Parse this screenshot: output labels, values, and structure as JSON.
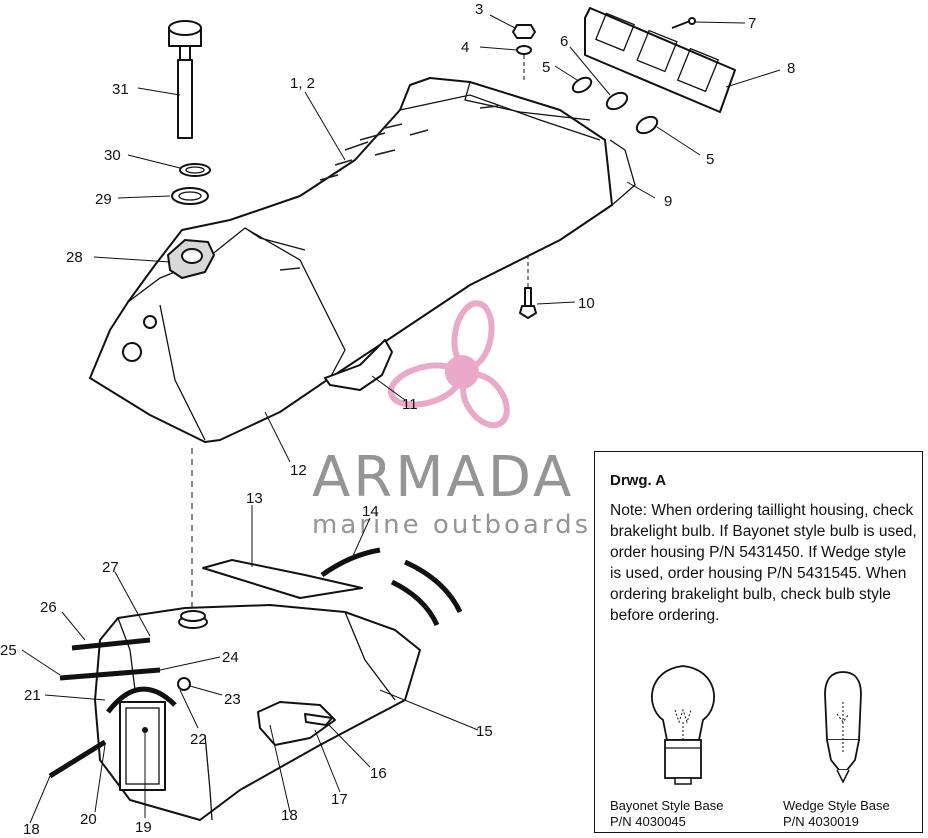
{
  "callouts": {
    "c1": "1, 2",
    "c3": "3",
    "c4": "4",
    "c5a": "5",
    "c5b": "5",
    "c6": "6",
    "c7": "7",
    "c8": "8",
    "c9": "9",
    "c10": "10",
    "c11": "11",
    "c12": "12",
    "c13": "13",
    "c14": "14",
    "c15": "15",
    "c16": "16",
    "c17": "17",
    "c18a": "18",
    "c18b": "18",
    "c19": "19",
    "c20": "20",
    "c21": "21",
    "c22": "22",
    "c23": "23",
    "c24": "24",
    "c25": "25",
    "c26": "26",
    "c27": "27",
    "c28": "28",
    "c29": "29",
    "c30": "30",
    "c31": "31"
  },
  "watermark": {
    "brand": "ARMADA",
    "tagline": "marine outboards",
    "color_primary": "#e8a0c4",
    "color_text": "#8a8a8a"
  },
  "note": {
    "title": "Drwg. A",
    "text": "Note: When ordering taillight housing, check brakelight bulb.  If Bayonet style bulb is  used, order housing P/N 5431450.  If Wedge style is used, order housing P/N 5431545.  When ordering brakelight bulb, check bulb style before ordering.",
    "bayonet_caption": "Bayonet Style Base\nP/N 4030045",
    "wedge_caption": "Wedge Style Base\nP/N 4030019"
  }
}
